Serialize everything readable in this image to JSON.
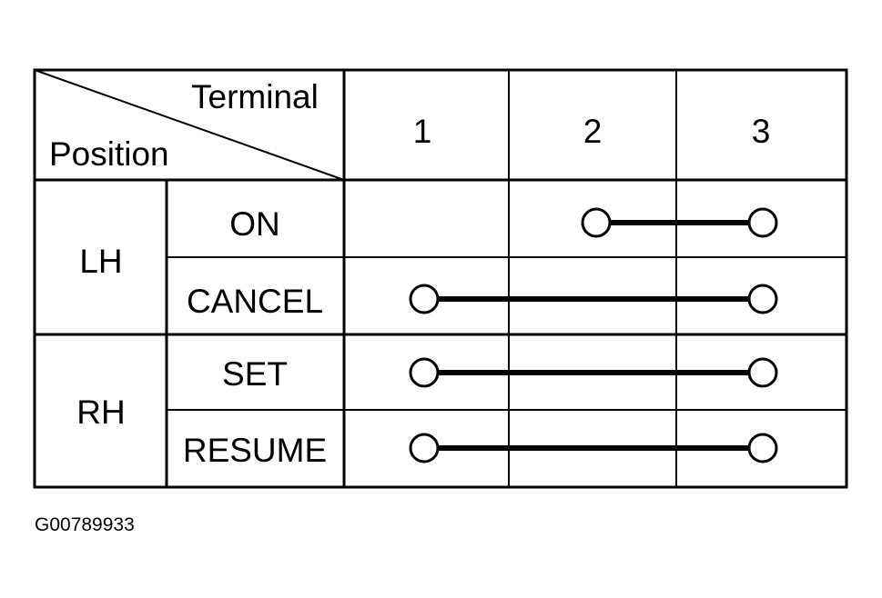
{
  "header": {
    "terminal_label": "Terminal",
    "position_label": "Position"
  },
  "terminals": [
    "1",
    "2",
    "3"
  ],
  "groups": [
    {
      "side": "LH",
      "rows": [
        {
          "position": "ON",
          "connection": [
            "2",
            "3"
          ]
        },
        {
          "position": "CANCEL",
          "connection": [
            "1",
            "3"
          ]
        }
      ]
    },
    {
      "side": "RH",
      "rows": [
        {
          "position": "SET",
          "connection": [
            "1",
            "3"
          ]
        },
        {
          "position": "RESUME",
          "connection": [
            "1",
            "3"
          ]
        }
      ]
    }
  ],
  "figure_id": "G00789933",
  "colors": {
    "line": "#000000",
    "background": "#ffffff"
  }
}
